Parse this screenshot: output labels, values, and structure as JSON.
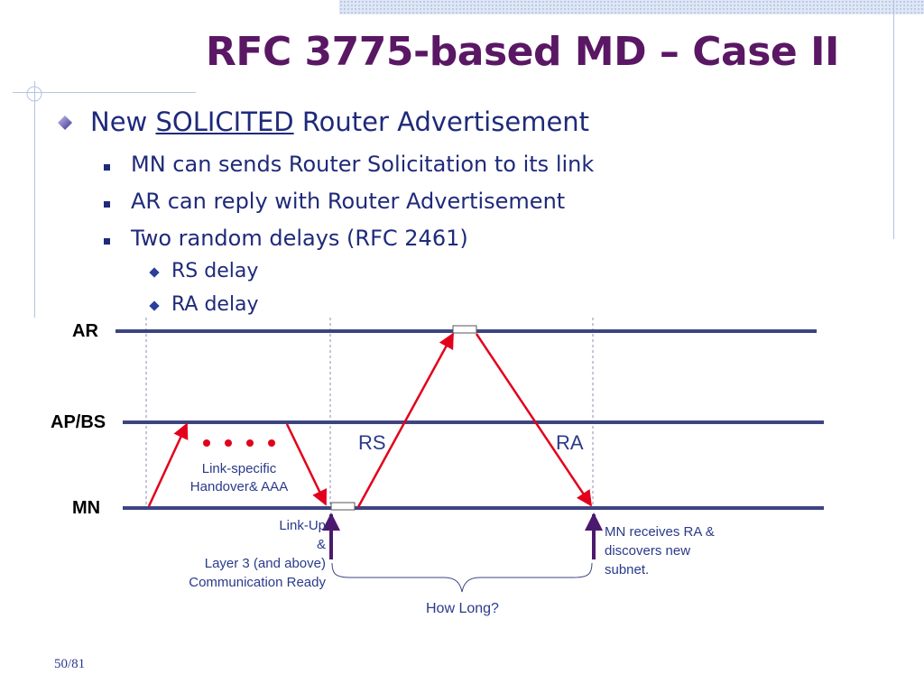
{
  "title": "RFC 3775-based MD – Case II",
  "bullet": {
    "prefix": "New ",
    "underlined": "SOLICITED",
    "suffix": " Router Advertisement"
  },
  "sub_bullets": [
    "MN can sends Router Solicitation to its link",
    "AR can reply with Router Advertisement",
    "Two random delays (RFC 2461)"
  ],
  "sub_sub_bullets": [
    "RS delay",
    "RA delay"
  ],
  "diagram": {
    "rows": {
      "ar": "AR",
      "apbs": "AP/BS",
      "mn": "MN"
    },
    "rs_label": "RS",
    "ra_label": "RA",
    "handover_label": [
      "Link-specific",
      "Handover& AAA"
    ],
    "linkup_label": [
      "Link-Up",
      "&",
      "Layer 3 (and above)",
      "Communication Ready"
    ],
    "mn_receives_label": [
      "MN receives RA &",
      "discovers new",
      "subnet."
    ],
    "how_long_label": "How Long?"
  },
  "page_number": "50/81",
  "colors": {
    "title": "#5a1764",
    "text": "#1f2a7a",
    "line": "#3d4480",
    "arrow": "#e3001b",
    "event": "#4b1a6e"
  }
}
